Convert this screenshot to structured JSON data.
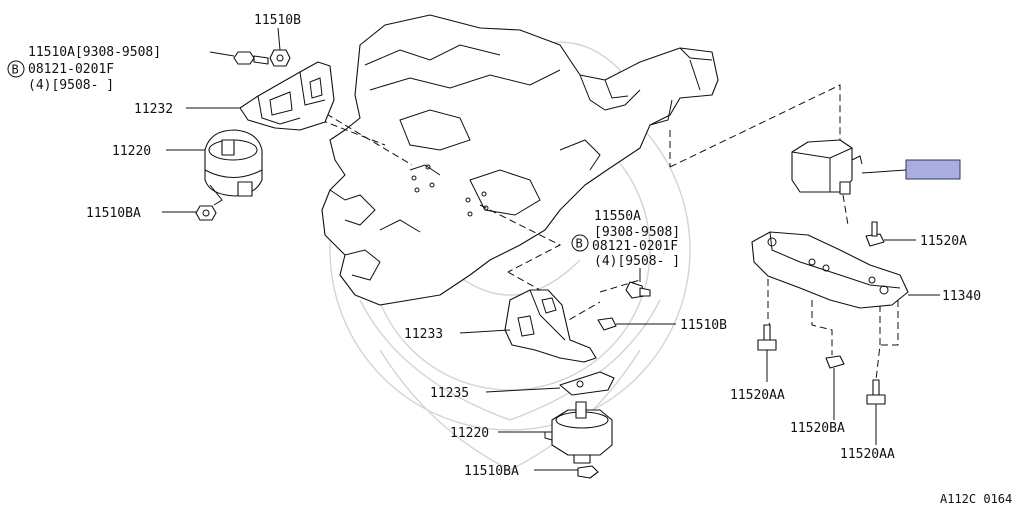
{
  "colors": {
    "ink": "#111111",
    "highlight": "#a8aee0",
    "highlight_border": "#333366",
    "watermark": "#d4d4d4"
  },
  "labels": {
    "p11510B_top": "11510B",
    "p11510A": "11510A[9308-9508]",
    "bolt_b1_code": "08121-0201F",
    "bolt_b1_qty": "(4)[9508-     ]",
    "p11232": "11232",
    "p11220_top": "11220",
    "p11510BA_top": "11510BA",
    "p11550A": "11550A",
    "p11550A_range": "[9308-9508]",
    "bolt_b2_code": "08121-0201F",
    "bolt_b2_qty": "(4)[9508-     ]",
    "p11233": "11233",
    "p11510B_mid": "11510B",
    "p11235": "11235",
    "p11220_bottom": "11220",
    "p11510BA_bottom": "11510BA",
    "p11520A": "11520A",
    "p11340": "11340",
    "p11520AA_left": "11520AA",
    "p11520BA": "11520BA",
    "p11520AA_right": "11520AA",
    "circle_b": "B",
    "diagram_id": "A112C 0164"
  }
}
